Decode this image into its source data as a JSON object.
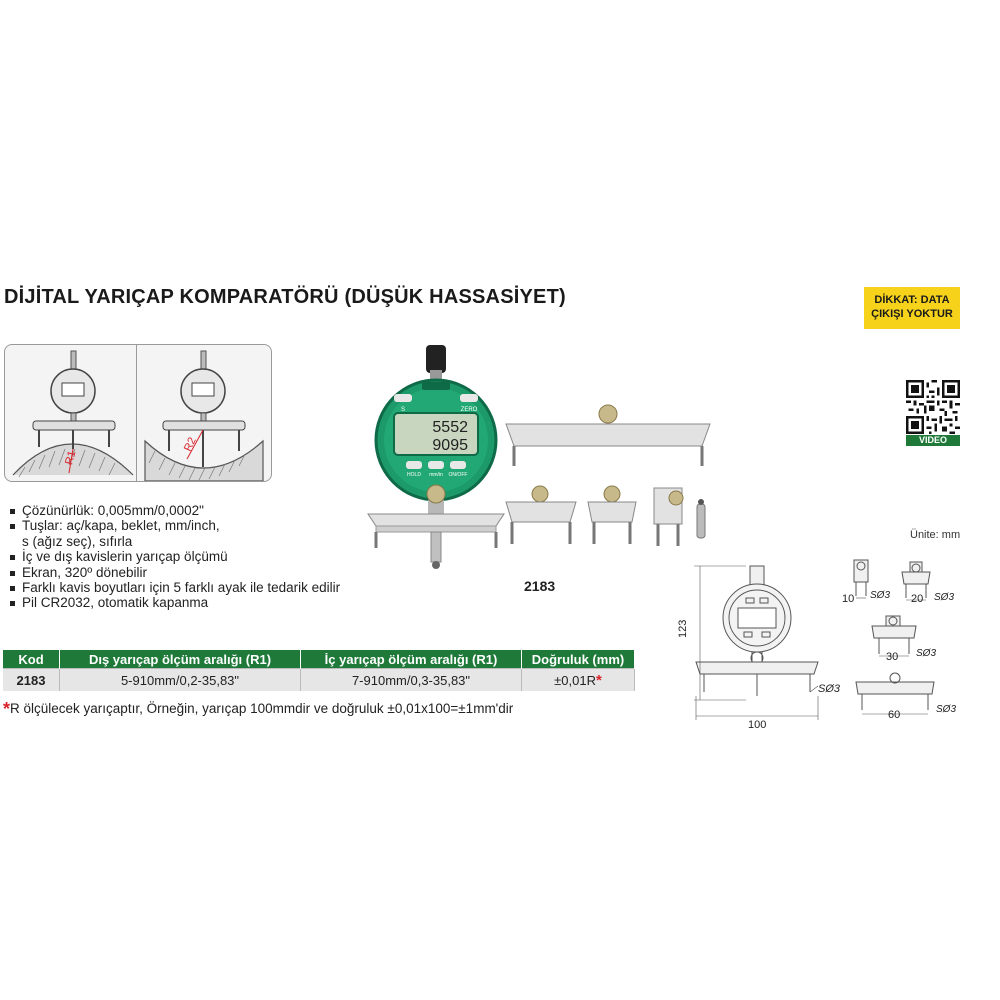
{
  "title": "DİJİTAL YARIÇAP KOMPARATÖRÜ (DÜŞÜK HASSASİYET)",
  "warning": {
    "line1": "DİKKAT: DATA",
    "line2": "ÇIKIŞI YOKTUR"
  },
  "diagram": {
    "label_left": "R1",
    "label_right": "R2"
  },
  "qr": {
    "label": "VIDEO"
  },
  "features": [
    "Çözünürlük: 0,005mm/0,0002\"",
    "Tuşlar: aç/kapa, beklet, mm/inch,",
    "s (ağız seç), sıfırla",
    "İç ve dış kavislerin yarıçap ölçümü",
    "Ekran, 320º dönebilir",
    "Farklı kavis boyutları için 5 farklı ayak ile tedarik edilir",
    "Pil CR2032, otomatik kapanma"
  ],
  "product": {
    "model_label": "2183",
    "display_top": "5552",
    "display_bottom": "9095",
    "buttons": {
      "s": "S",
      "zero": "ZERO",
      "hold": "HOLD",
      "mm_in": "mm/in",
      "on_off": "ON/OFF"
    }
  },
  "dimensions": {
    "unit_label": "Ünite: mm",
    "height": "123",
    "width": "100",
    "sphere_main": "SØ3",
    "leg_a": {
      "width": "10",
      "sphere": "SØ3"
    },
    "leg_b": {
      "width": "20",
      "sphere": "SØ3"
    },
    "leg_c": {
      "width": "30",
      "sphere": "SØ3"
    },
    "leg_d": {
      "width": "60",
      "sphere": "SØ3"
    }
  },
  "table": {
    "headers": [
      "Kod",
      "Dış yarıçap ölçüm aralığı (R1)",
      "İç yarıçap ölçüm aralığı (R1)",
      "Doğruluk (mm)"
    ],
    "rows": [
      [
        "2183",
        "5-910mm/0,2-35,83\"",
        "7-910mm/0,3-35,83\"",
        "±0,01R"
      ]
    ]
  },
  "footnote": "R ölçülecek yarıçaptır, Örneğin, yarıçap 100mmdir ve doğruluk ±0,01x100=±1mm'dir",
  "colors": {
    "brand_green": "#1f7a3a",
    "warning_yellow": "#f6d21a",
    "star_red": "#d9232a",
    "gauge_green": "#1c9a6a"
  }
}
